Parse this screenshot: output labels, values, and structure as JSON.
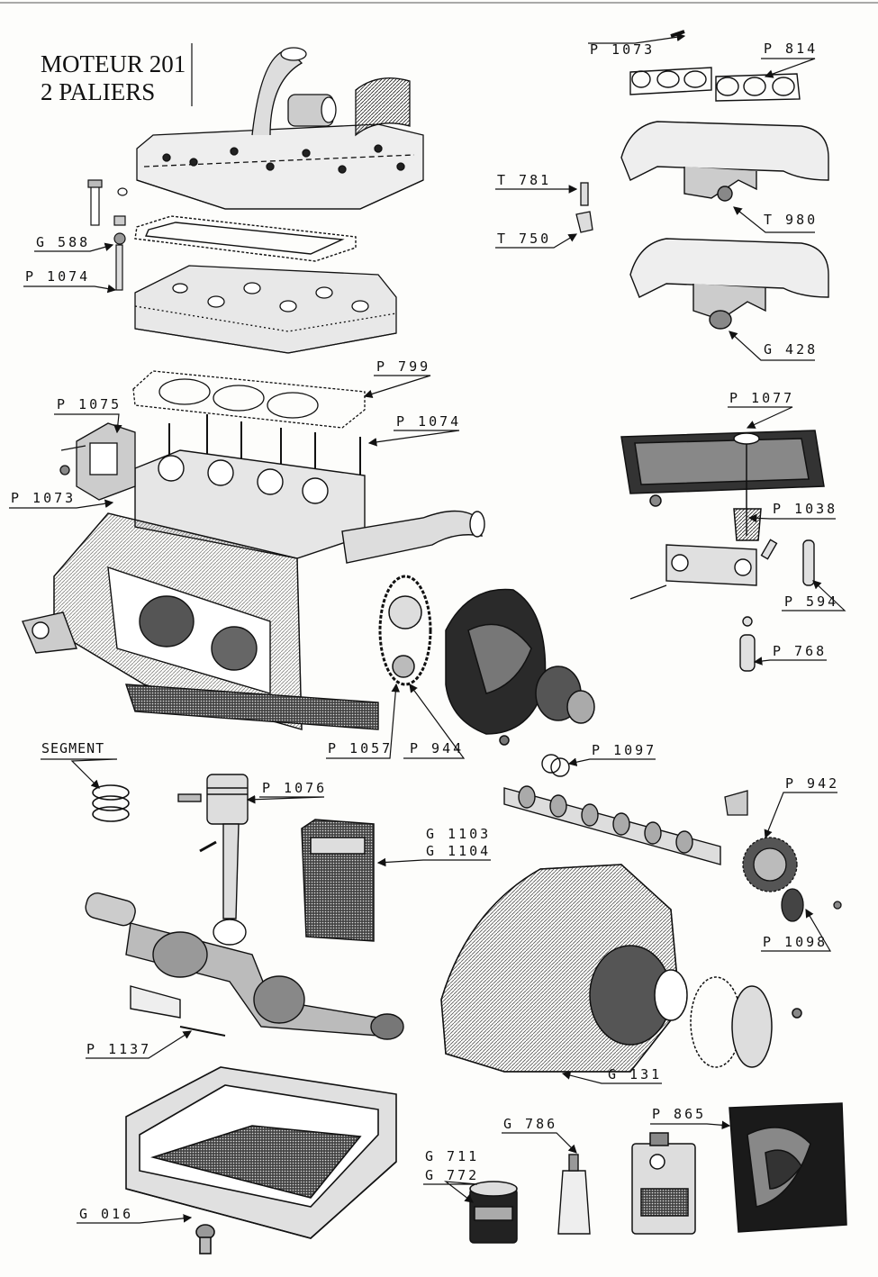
{
  "title": {
    "line1": "MOTEUR 201",
    "line2": "2 PALIERS"
  },
  "labels": {
    "p1073_top": "P 1073",
    "p814": "P 814",
    "t781": "T 781",
    "t750": "T 750",
    "t980": "T 980",
    "g428": "G 428",
    "g588": "G 588",
    "p1074_top": "P 1074",
    "p799": "P 799",
    "p1075": "P 1075",
    "p1074_mid": "P 1074",
    "p1073_left": "P 1073",
    "p1077": "P 1077",
    "p1038": "P 1038",
    "p594": "P 594",
    "p768": "P 768",
    "p1057": "P 1057",
    "p944": "P 944",
    "p1097": "P 1097",
    "segment": "SEGMENT",
    "p1076": "P 1076",
    "g1103": "G 1103",
    "g1104": "G 1104",
    "p942": "P 942",
    "p1098": "P 1098",
    "p1137": "P 1137",
    "g131": "G 131",
    "g786": "G 786",
    "p865": "P 865",
    "g711": "G 711",
    "g772": "G 772",
    "g016": "G 016"
  },
  "colors": {
    "ink": "#111111",
    "paper": "#fdfdfb",
    "shade": "#3a3a3a",
    "mid": "#8a8a8a"
  }
}
